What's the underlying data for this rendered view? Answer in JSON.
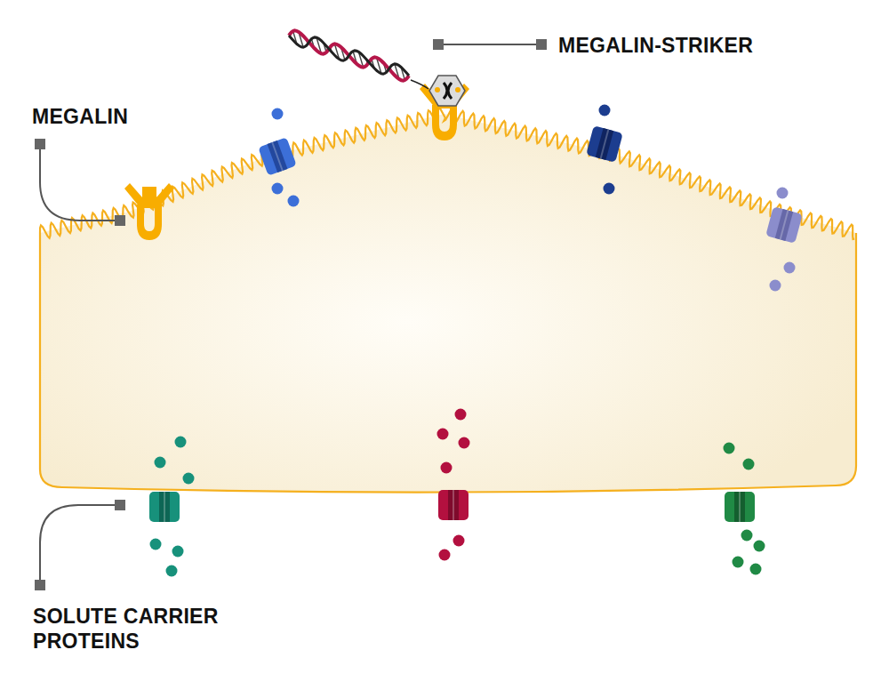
{
  "diagram": {
    "labels": [
      "MEGALIN-STRIKER",
      "MEGALIN",
      "SOLUTE CARRIER PROTEINS"
    ]
  }
}
